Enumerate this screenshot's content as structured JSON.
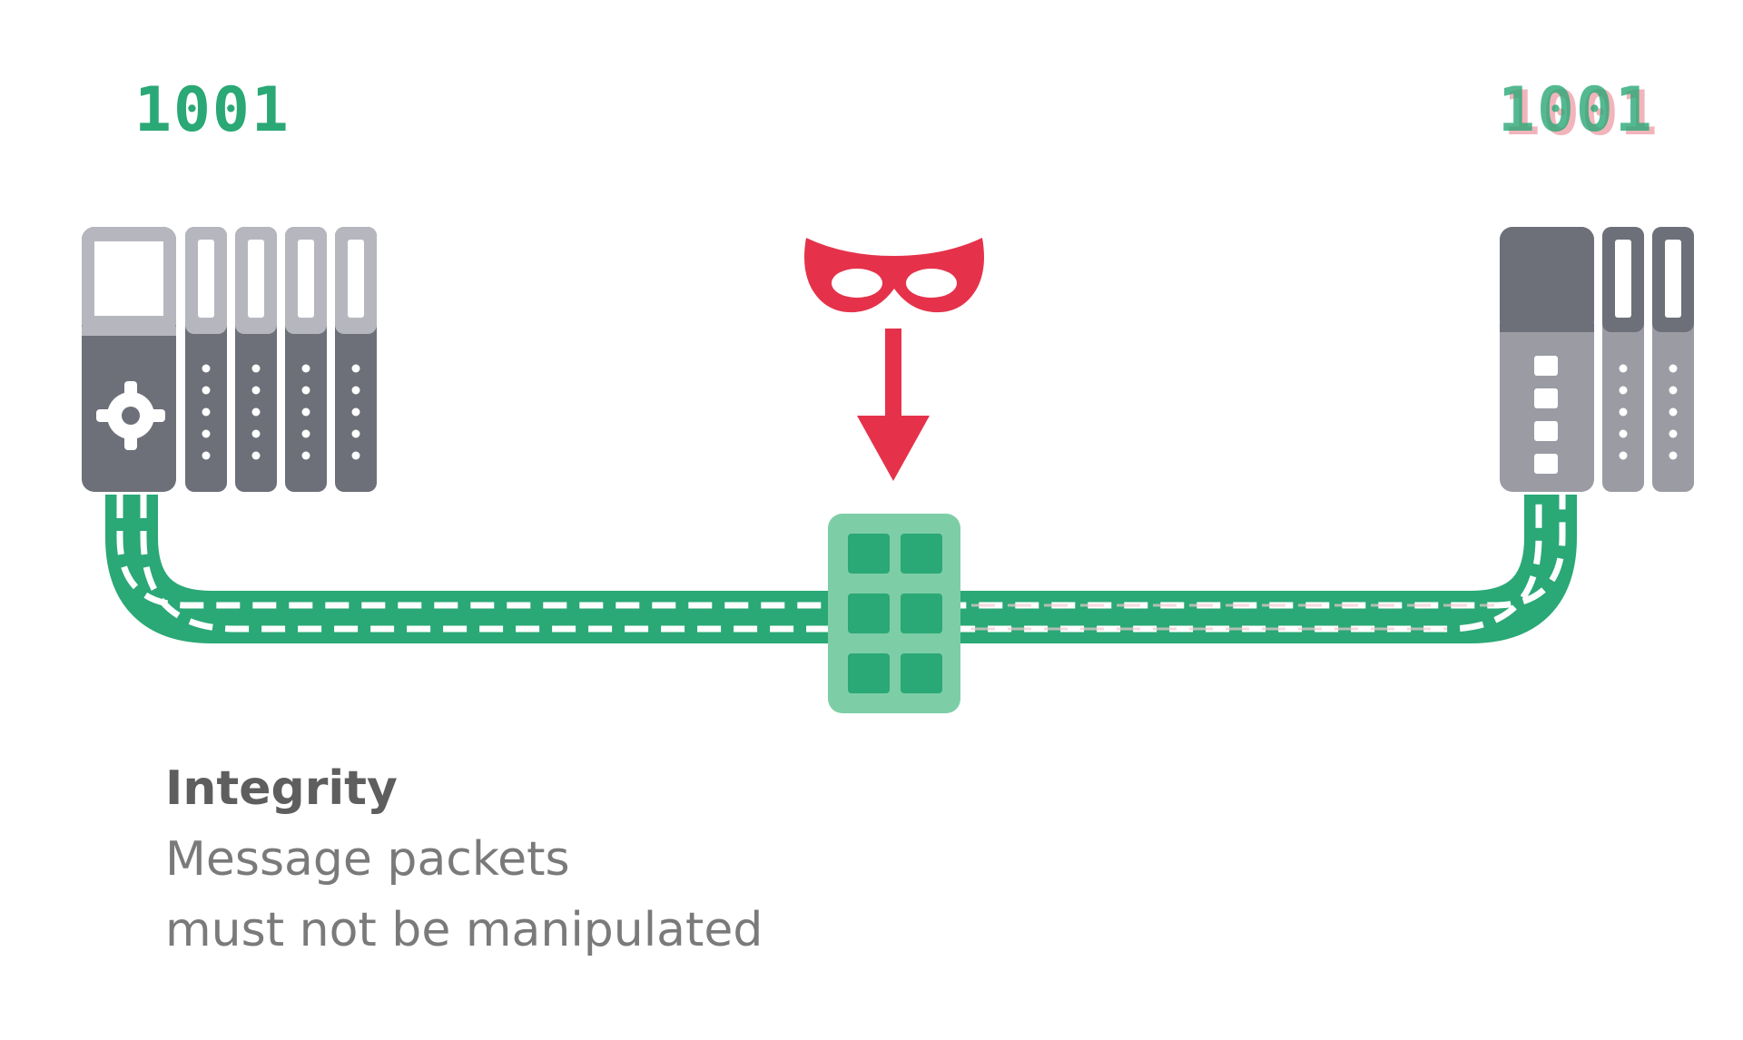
{
  "diagram": {
    "left_value": "1001",
    "right_value": "1001",
    "caption": {
      "title": "Integrity",
      "line1": "Message packets",
      "line2": "must not be manipulated"
    }
  },
  "colors": {
    "green": "#2aa876",
    "green_light": "#7dcea7",
    "dark_gray": "#6d6f79",
    "mid_gray": "#9a9ba3",
    "light_gray": "#b6b7be",
    "red": "#e5324a",
    "corrupt": "#f0a8b0"
  },
  "icons": [
    "plc-icon",
    "plc-icon",
    "attacker-mask-icon",
    "arrow-down-icon",
    "network-switch-icon"
  ]
}
